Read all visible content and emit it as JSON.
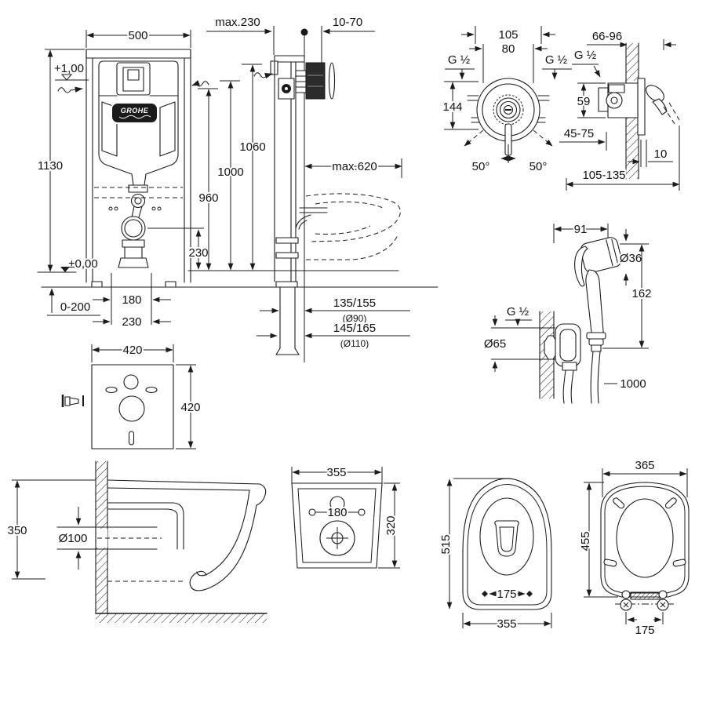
{
  "meta": {
    "background": "#ffffff",
    "ink": "#1b1b1b",
    "brand": "GROHE"
  },
  "frame_front": {
    "width": "500",
    "height": "1130",
    "level_plus": "+1,00",
    "level_zero": "±0,00",
    "foot_adjust": "0-200",
    "stud_spacing": "180",
    "outlet_spacing": "230",
    "outlet_height": "230",
    "logo": "GROHE"
  },
  "frame_side": {
    "depth_max": "max.230",
    "plate_depth": "10-70",
    "h_top": "1060",
    "h_mid": "1000",
    "h_low": "960",
    "depth_bottom": "max.620",
    "drain1": "135/155",
    "drain1_dia": "(Ø90)",
    "drain2": "145/165",
    "drain2_dia": "(Ø110)"
  },
  "mixer_front": {
    "w_outer": "105",
    "w_inner": "80",
    "thread_left": "G ½",
    "thread_right": "G ½",
    "height": "144",
    "angle_left": "50°",
    "angle_right": "50°"
  },
  "mixer_side": {
    "depth_range": "66-96",
    "thread": "G ½",
    "height": "59",
    "wall_range": "45-75",
    "plate_thickness": "10",
    "total_depth": "105-135"
  },
  "shower": {
    "width": "91",
    "head_dia": "Ø36",
    "height": "162",
    "thread": "G ½",
    "holder_dia": "Ø65",
    "hose_length": "1000"
  },
  "pad": {
    "width": "420",
    "height": "420"
  },
  "bowl_side": {
    "height": "350",
    "outlet_dia": "Ø100"
  },
  "bowl_rear": {
    "width": "355",
    "height": "320",
    "hole_spacing": "180"
  },
  "bowl_top": {
    "length": "515",
    "hole_spacing": "175",
    "width": "355"
  },
  "seat": {
    "width": "365",
    "length": "455",
    "hinge_spacing": "175"
  }
}
